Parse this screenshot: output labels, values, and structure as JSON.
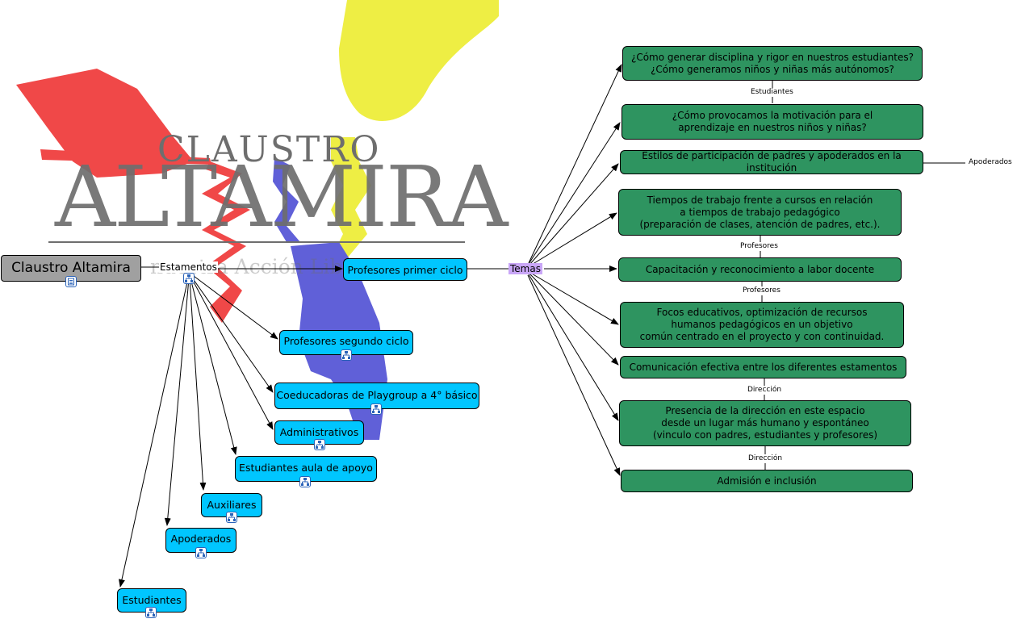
{
  "logo": {
    "line1": "CLAUSTRO",
    "line2": "ALTAMIRA",
    "tagline": "nuestra Acción Libera"
  },
  "root": {
    "label": "Claustro Altamira",
    "icon": "document-icon"
  },
  "estamentos_label": "Estamentos",
  "temas_label": "Temas",
  "estamentos": [
    "Profesores primer ciclo",
    "Profesores segundo ciclo",
    "Coeducadoras de Playgroup a 4° básico",
    "Administrativos",
    "Estudiantes aula de apoyo",
    "Auxiliares",
    "Apoderados",
    "Estudiantes"
  ],
  "temas": [
    "¿Cómo generar disciplina y rigor en nuestros estudiantes?\n¿Cómo generamos niños y niñas más autónomos?",
    "¿Cómo provocamos la motivación para el\naprendizaje en nuestros niños y niñas?",
    "Estilos de participación de padres y apoderados en la institución",
    "Tiempos de trabajo frente a cursos en relación\na tiempos de trabajo pedagógico\n(preparación de clases, atención de padres, etc.).",
    "Capacitación y reconocimiento a labor docente",
    "Focos educativos, optimización de recursos\nhumanos pedagógicos en un objetivo\ncomún centrado en el proyecto y con continuidad.",
    "Comunicación efectiva entre los diferentes estamentos",
    "Presencia de la dirección en este espacio\ndesde un lugar más humano y espontáneo\n(vinculo con padres, estudiantes y profesores)",
    "Admisión e inclusión"
  ],
  "link_labels": {
    "estudiantes": "Estudiantes",
    "apoderados": "Apoderados",
    "profesores_1": "Profesores",
    "profesores_2": "Profesores",
    "direccion_1": "Dirección",
    "direccion_2": "Dirección"
  },
  "colors": {
    "estamento_node": "#00c6ff",
    "tema_node": "#2e9460",
    "root_node": "#a0a0a0",
    "temas_label": "#c9a6f7",
    "hand_red": "#f04848",
    "hand_yellow": "#eeee44",
    "hand_blue": "#6060d8"
  },
  "icons": {
    "submap": "submap-icon",
    "document": "document-icon"
  }
}
